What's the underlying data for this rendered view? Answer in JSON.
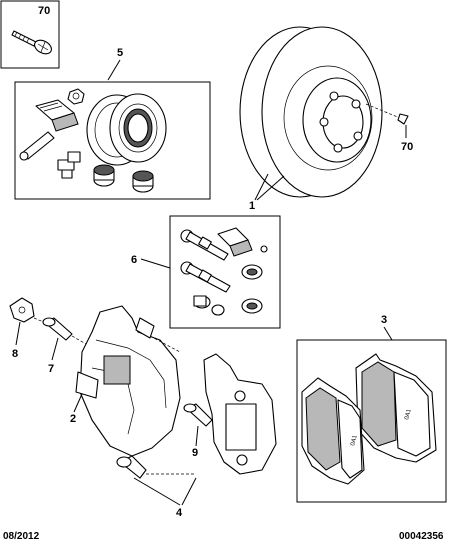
{
  "callouts": {
    "c70_top": "70",
    "c5": "5",
    "c70_disc": "70",
    "c1": "1",
    "c6": "6",
    "c3": "3",
    "c8": "8",
    "c7": "7",
    "c2": "2",
    "c9": "9",
    "c4": "4"
  },
  "footer": {
    "date": "08/2012",
    "ref": "00042356"
  },
  "pad_marking": "0A1"
}
